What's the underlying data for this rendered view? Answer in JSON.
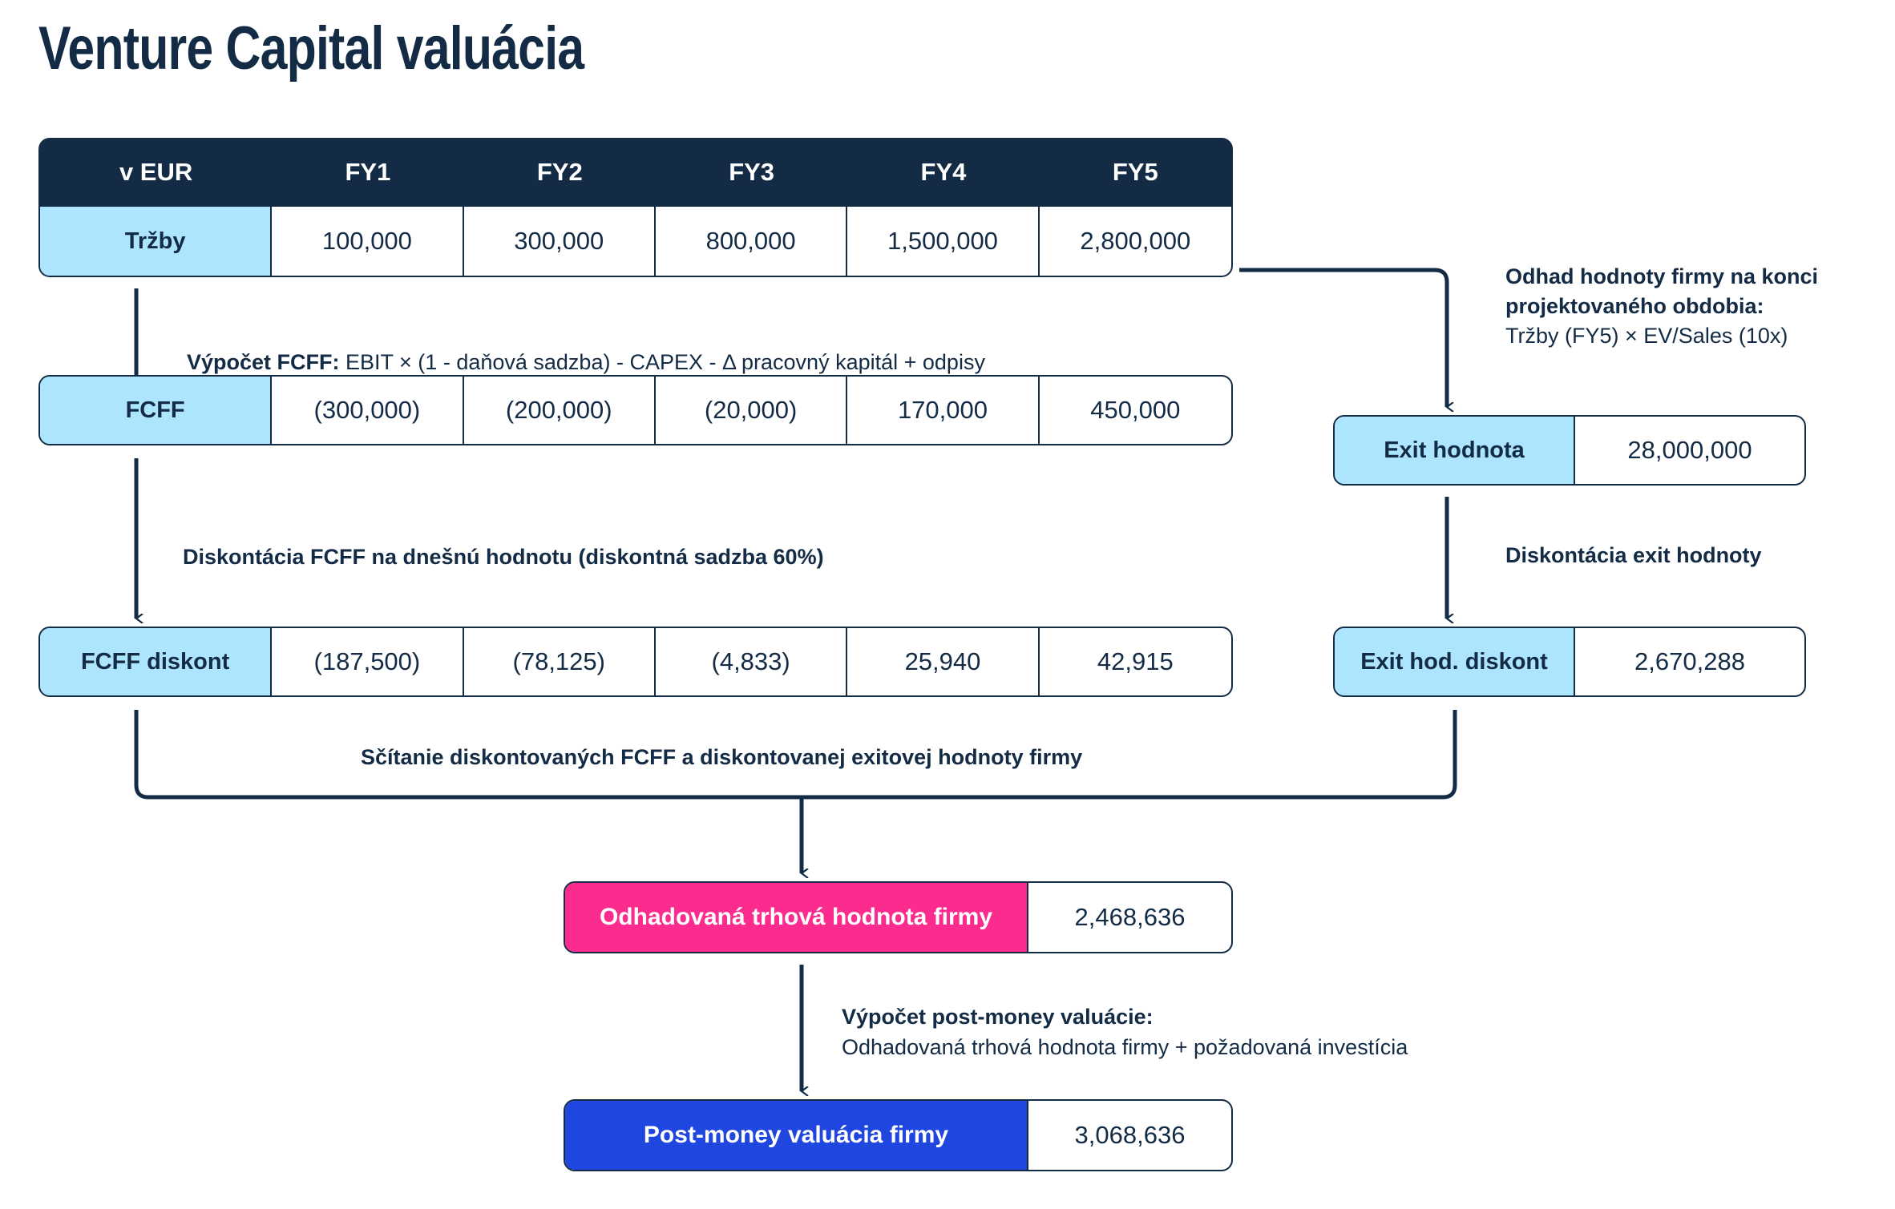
{
  "title": "Venture Capital valuácia",
  "table": {
    "header": [
      "v EUR",
      "FY1",
      "FY2",
      "FY3",
      "FY4",
      "FY5"
    ],
    "rows": [
      {
        "label": "Tržby",
        "values": [
          "100,000",
          "300,000",
          "800,000",
          "1,500,000",
          "2,800,000"
        ]
      },
      {
        "label": "FCFF",
        "values": [
          "(300,000)",
          "(200,000)",
          "(20,000)",
          "170,000",
          "450,000"
        ]
      },
      {
        "label": "FCFF diskont",
        "values": [
          "(187,500)",
          "(78,125)",
          "(4,833)",
          "25,940",
          "42,915"
        ]
      }
    ]
  },
  "side_boxes": [
    {
      "label": "Exit hodnota",
      "value": "28,000,000"
    },
    {
      "label": "Exit hod. diskont",
      "value": "2,670,288"
    }
  ],
  "results": [
    {
      "label": "Odhadovaná trhová hodnota firmy",
      "value": "2,468,636"
    },
    {
      "label": "Post-money valuácia firmy",
      "value": "3,068,636"
    }
  ],
  "annotations": {
    "fcff_bold": "Výpočet FCFF:",
    "fcff_rest": " EBIT × (1 - daňová sadzba) - CAPEX - Δ pracovný kapitál + odpisy",
    "discount": "Diskontácia FCFF na dnešnú hodnotu (diskontná sadzba 60%)",
    "sum": "Sčítanie diskontovaných FCFF a diskontovanej exitovej hodnoty firmy",
    "exit_line1": "Odhad hodnoty firmy na konci projektovaného obdobia:",
    "exit_line2": "Tržby (FY5) × EV/Sales (10x)",
    "exit_discount": "Diskontácia exit hodnoty",
    "post_line1": "Výpočet post-money valuácie:",
    "post_line2": "Odhadovaná trhová hodnota firmy + požadovaná investícia"
  },
  "colors": {
    "navy": "#132b45",
    "light_blue": "#ace5fd",
    "pink": "#fb2c8e",
    "blue": "#2046e0",
    "white": "#ffffff"
  }
}
